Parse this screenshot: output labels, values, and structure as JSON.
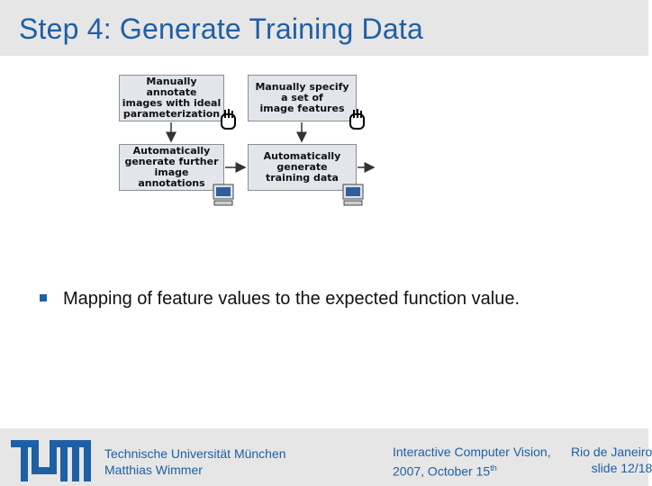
{
  "slide": {
    "title": "Step 4: Generate Training Data",
    "bullet": "Mapping of feature values to the expected function value."
  },
  "diagram": {
    "box1": "Manually annotate\nimages with ideal\nparameterization",
    "box2": "Manually specify\na set of\nimage features",
    "box3": "Automatically\ngenerate further\nimage annotations",
    "box4": "Automatically\ngenerate\ntraining data",
    "icons": [
      "hand-icon",
      "hand-icon",
      "computer-icon",
      "computer-icon"
    ]
  },
  "footer": {
    "institution": "Technische Universität München",
    "author": "Matthias Wimmer",
    "course": "Interactive Computer Vision,",
    "date_main": "2007, October 15",
    "date_sup": "th",
    "location": "Rio de Janeiro",
    "slide_number": "slide 12/18"
  },
  "colors": {
    "accent": "#1f5fa5",
    "bar_background": "#e6e6e6",
    "box_fill": "#e2e6eb"
  }
}
